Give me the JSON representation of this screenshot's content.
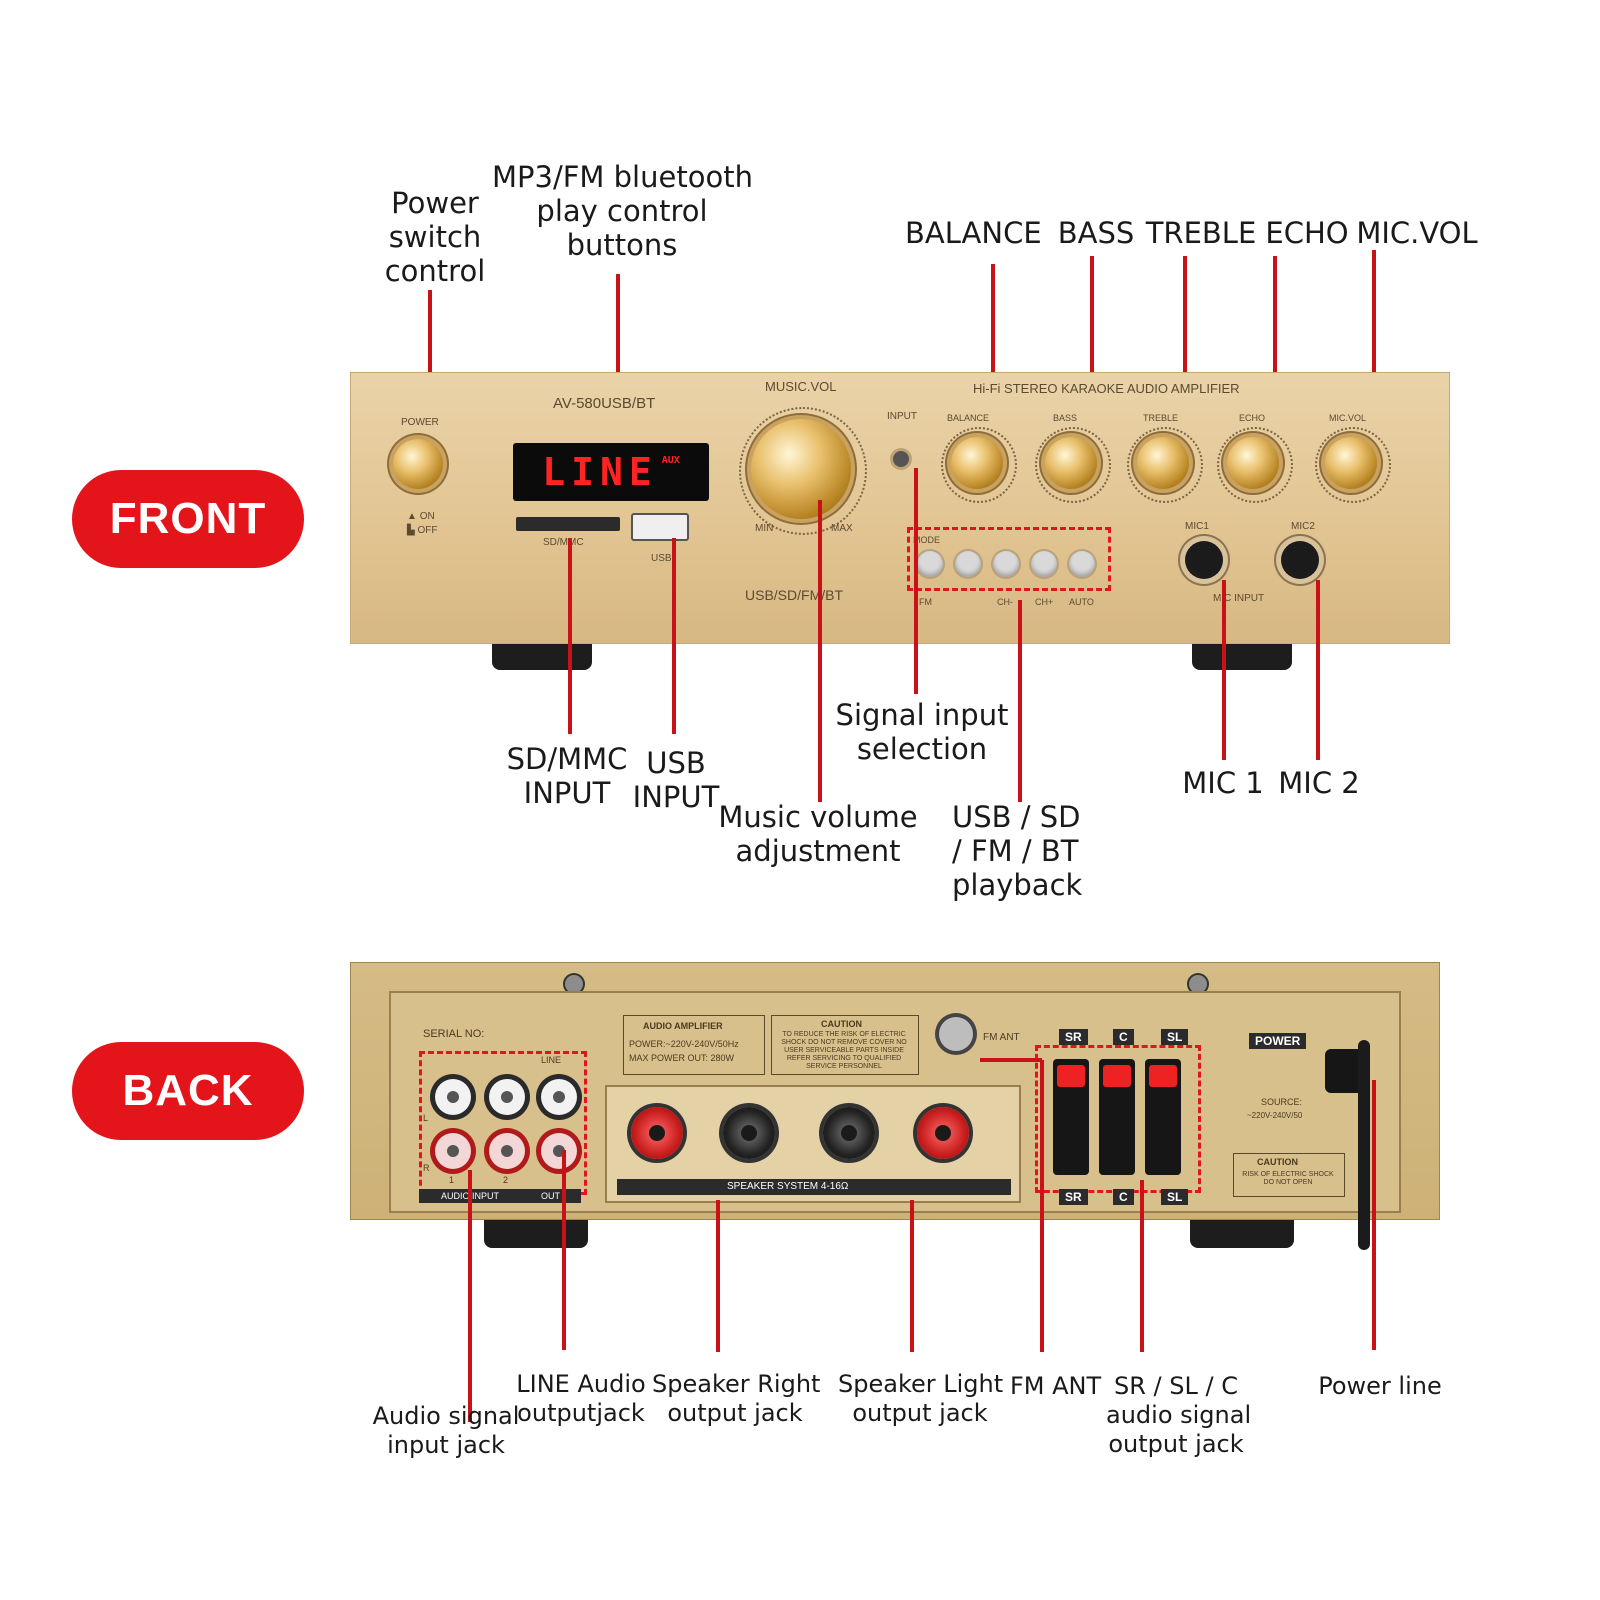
{
  "pills": {
    "front": "FRONT",
    "back": "BACK"
  },
  "front_callouts": {
    "power": [
      "Power",
      "switch",
      "control"
    ],
    "mp3": [
      "MP3/FM bluetooth",
      "play control",
      "buttons"
    ],
    "balance": "BALANCE",
    "bass": "BASS",
    "treble": "TREBLE",
    "echo": "ECHO",
    "micvol": "MIC.VOL",
    "sd": [
      "SD/MMC",
      "INPUT"
    ],
    "usb": [
      "USB",
      "INPUT"
    ],
    "music": [
      "Music volume",
      "adjustment"
    ],
    "signal": [
      "Signal input",
      "selection"
    ],
    "playback": [
      "USB / SD",
      "/ FM / BT",
      "playback"
    ],
    "mic1": "MIC 1",
    "mic2": "MIC 2"
  },
  "back_callouts": {
    "audio_in": [
      "Audio signal",
      "input jack"
    ],
    "line": [
      "LINE Audio",
      "outputjack"
    ],
    "spk_right": [
      "Speaker Right",
      "output jack"
    ],
    "spk_left": [
      "Speaker Light",
      "output jack"
    ],
    "fm": "FM ANT",
    "surround": [
      "SR / SL / C",
      "audio signal",
      "output jack"
    ],
    "power_line": "Power line"
  },
  "front_panel": {
    "model": "AV-580USB/BT",
    "title": "Hi-Fi STEREO KARAOKE AUDIO AMPLIFIER",
    "power": "POWER",
    "on": "ON",
    "off": "OFF",
    "display": "LINE",
    "display_aux": "AUX",
    "sdmmc": "SD/MMC",
    "usb": "USB",
    "music_vol": "MUSIC.VOL",
    "min": "MIN",
    "max": "MAX",
    "input": "INPUT",
    "source": "USB/SD/FM/BT",
    "knob_labels": [
      "BALANCE",
      "BASS",
      "TREBLE",
      "ECHO",
      "MIC.VOL"
    ],
    "mode": "MODE",
    "fm": "FM",
    "ch_minus": "CH-",
    "ch_plus": "CH+",
    "auto": "AUTO",
    "mic1": "MIC1",
    "mic2": "MIC2",
    "mic_input": "MIC INPUT"
  },
  "back_panel": {
    "serial": "SERIAL NO:",
    "audio_amp": "AUDIO AMPLIFIER",
    "power_spec": "POWER:~220V-240V/50Hz",
    "max_power": "MAX POWER OUT: 280W",
    "caution": "CAUTION",
    "caution_text": "TO REDUCE THE RISK OF ELECTRIC SHOCK DO NOT REMOVE COVER NO USER SERVICEABLE PARTS INSIDE REFER SERVICING TO QUALIFIED SERVICE PERSONNEL",
    "fm_ant": "FM ANT",
    "sr": "SR",
    "c": "C",
    "sl": "SL",
    "power": "POWER",
    "source": "SOURCE:",
    "source_spec": "~220V-240V/50",
    "caution2": "CAUTION",
    "caution2_text": "RISK OF ELECTRIC SHOCK DO NOT OPEN",
    "speaker_system": "SPEAKER SYSTEM 4-16Ω",
    "audio_input": "AUDIO INPUT",
    "out": "OUT",
    "line": "LINE",
    "l": "L",
    "r": "R",
    "one": "1",
    "two": "2"
  },
  "colors": {
    "accent_red": "#e4141b",
    "panel_gold": "#e2c593"
  }
}
